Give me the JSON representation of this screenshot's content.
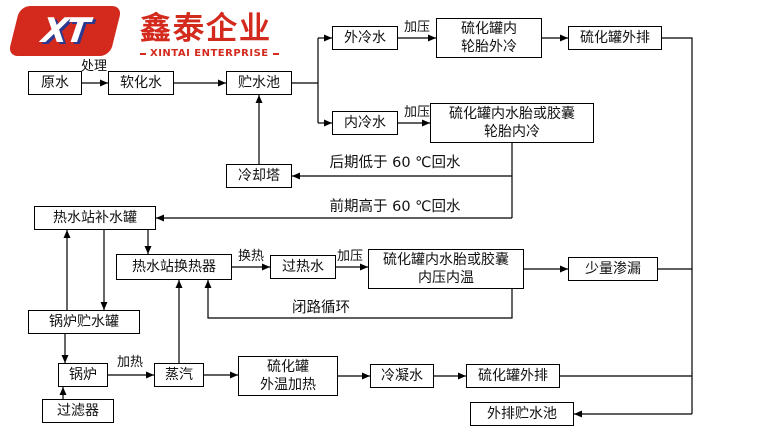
{
  "logo": {
    "monogram": "XT",
    "company_cn": "鑫泰企业",
    "company_en": "XINTAI ENTERPRISE",
    "brand_red": "#d42a1e",
    "brand_blue": "#2b3990"
  },
  "nodes": {
    "raw_water": {
      "label": "原水"
    },
    "softened_water": {
      "label": "软化水"
    },
    "storage_pool": {
      "label": "贮水池"
    },
    "ext_cooling_water": {
      "label": "外冷水"
    },
    "tank_tire_ext_cooling": {
      "label": "硫化罐内\n轮胎外冷"
    },
    "tank_discharge_top": {
      "label": "硫化罐外排"
    },
    "int_cooling_water": {
      "label": "内冷水"
    },
    "tank_bladder_int_cooling": {
      "label": "硫化罐内水胎或胶囊\n轮胎内冷"
    },
    "cooling_tower": {
      "label": "冷却塔"
    },
    "hws_makeup_tank": {
      "label": "热水站补水罐"
    },
    "hws_heat_exchanger": {
      "label": "热水站换热器"
    },
    "superheated_water": {
      "label": "过热水"
    },
    "tank_bladder_pressure_temp": {
      "label": "硫化罐内水胎或胶囊\n内压内温"
    },
    "minor_leakage": {
      "label": "少量渗漏"
    },
    "boiler_storage_tank": {
      "label": "锅炉贮水罐"
    },
    "boiler": {
      "label": "锅炉"
    },
    "steam": {
      "label": "蒸汽"
    },
    "tank_ext_heating": {
      "label": "硫化罐\n外温加热"
    },
    "condensate_water": {
      "label": "冷凝水"
    },
    "tank_discharge_bottom": {
      "label": "硫化罐外排"
    },
    "filter": {
      "label": "过滤器"
    },
    "discharge_pool": {
      "label": "外排贮水池"
    }
  },
  "edge_labels": {
    "treat": "处理",
    "pressurize_1": "加压",
    "pressurize_2": "加压",
    "pressurize_3": "加压",
    "late_return": "后期低于 60 ℃回水",
    "early_return": "前期高于 60 ℃回水",
    "heat_exchange": "换热",
    "closed_loop": "闭路循环",
    "heating": "加热"
  }
}
